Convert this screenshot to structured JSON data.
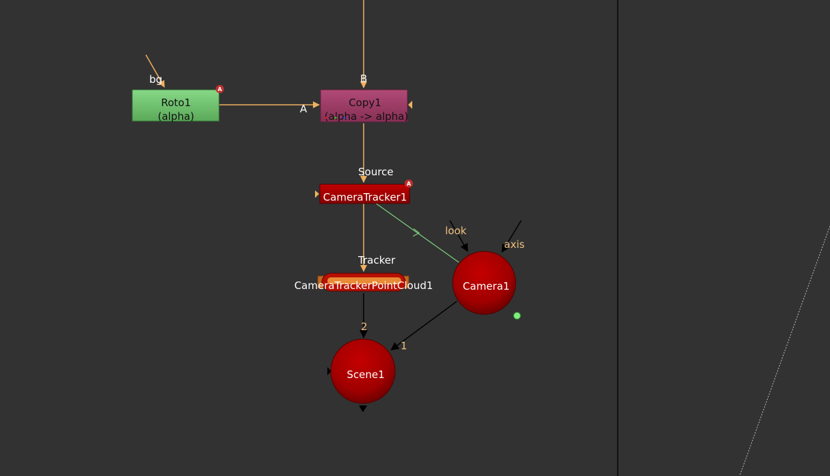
{
  "nodes": {
    "roto": {
      "name": "Roto1",
      "sub": "(alpha)",
      "badge": "A",
      "input_label": "bg"
    },
    "copy": {
      "name": "Copy1",
      "sub": "(alpha -> alpha)",
      "input_b": "B",
      "input_a": "A"
    },
    "camera_tracker": {
      "name": "CameraTracker1",
      "input_label": "Source",
      "badge": "A"
    },
    "point_cloud": {
      "name": "CameraTrackerPointCloud1",
      "input_label": "Tracker"
    },
    "camera": {
      "name": "Camera1",
      "input_look": "look",
      "input_axis": "axis"
    },
    "scene": {
      "name": "Scene1",
      "input_1": "1",
      "input_2": "2"
    }
  },
  "colors": {
    "background": "#323232",
    "pipe_orange": "#f0b060",
    "pipe_green": "#7ed07e",
    "pipe_black": "#000000",
    "roto_green": "#6fc66f",
    "copy_magenta": "#9c3a63",
    "tracker_red": "#a80000",
    "label_orange": "#f0c080"
  }
}
